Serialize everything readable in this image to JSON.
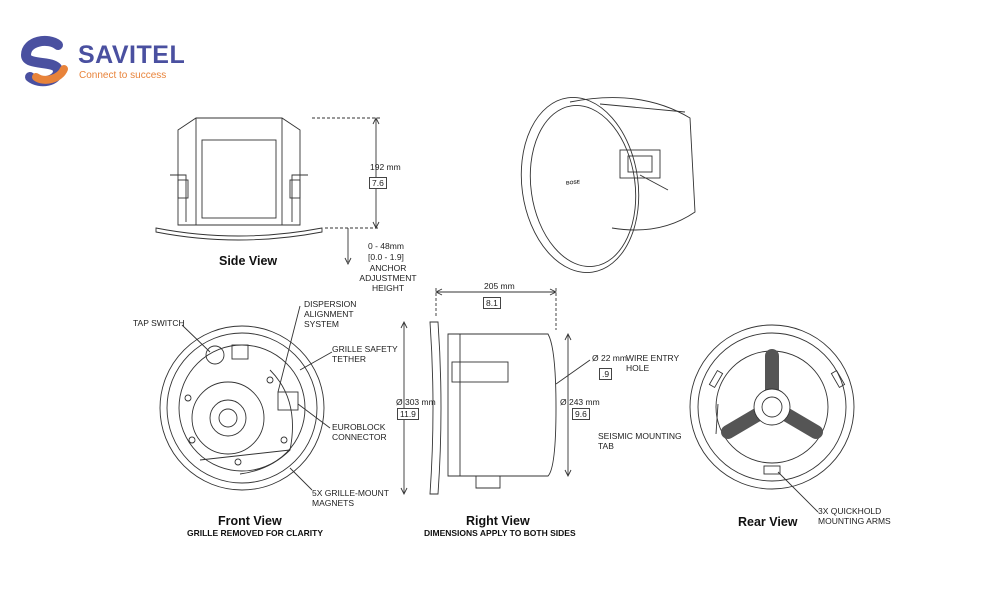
{
  "logo": {
    "name": "SAVITEL",
    "tagline": "Connect to success",
    "colors": {
      "primary": "#4a50a0",
      "accent": "#e8833a"
    }
  },
  "views": {
    "side": {
      "title": "Side View"
    },
    "front": {
      "title": "Front View",
      "subtitle": "GRILLE REMOVED FOR CLARITY"
    },
    "right": {
      "title": "Right View",
      "subtitle": "DIMENSIONS APPLY TO BOTH SIDES"
    },
    "rear": {
      "title": "Rear View"
    }
  },
  "dimensions": {
    "height_mm": "192 mm",
    "height_in": "7.6",
    "anchor_mm": "0 - 48mm",
    "anchor_in": "[0.0 - 1.9]",
    "anchor_label": "ANCHOR\nADJUSTMENT\nHEIGHT",
    "depth_mm": "205 mm",
    "depth_in": "8.1",
    "outer_dia_mm": "Ø 303 mm",
    "outer_dia_in": "11.9",
    "body_dia_mm": "Ø 243 mm",
    "body_dia_in": "9.6",
    "wire_entry_mm": "Ø 22 mm",
    "wire_entry_label": "WIRE ENTRY\nHOLE",
    "wire_entry_in": ".9"
  },
  "callouts": {
    "tap_switch": "TAP SWITCH",
    "dispersion": "DISPERSION\nALIGNMENT\nSYSTEM",
    "grille_tether": "GRILLE SAFETY\nTETHER",
    "euroblock": "EUROBLOCK\nCONNECTOR",
    "magnets": "5X GRILLE-MOUNT\nMAGNETS",
    "seismic": "SEISMIC MOUNTING\nTAB",
    "quickhold": "3X QUICKHOLD\nMOUNTING ARMS"
  },
  "brand_mark": "BOSE"
}
